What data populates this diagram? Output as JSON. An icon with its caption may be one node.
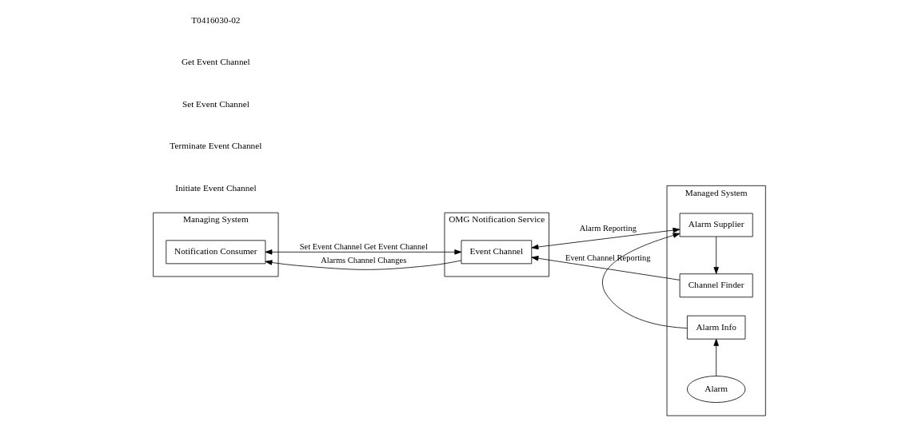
{
  "diagram": {
    "nodes": [
      {
        "text": [
          "Managing System"
        ]
      },
      {
        "text": [
          "Notification Consumer"
        ],
        "in": 0
      },
      {
        "text": [
          "OMG Notification Service"
        ]
      },
      {
        "text": [
          "Event Channel"
        ],
        "in": 2
      },
      {
        "text": [
          "Managed System"
        ]
      },
      {
        "text": [
          "Alarm"
        ],
        "in": 4
      },
      {
        "text": [
          "Alarm Info"
        ],
        "in": 4
      },
      {
        "text": [
          "Alarm Supplier"
        ],
        "in": 4
      },
      {
        "text": [
          "Channel Finder"
        ],
        "in": 4
      }
    ],
    "edges": [
      {
        "from": 1,
        "to": 3,
        "arrow": "both",
        "label": "Set Event Channel Get Event Channel"
      },
      {
        "from": 3,
        "to": 1,
        "arrow": "to",
        "label": "Alarms Channel Changes"
      },
      {
        "from": 3,
        "to": 7,
        "arrow": "both",
        "label": "Alarm Reporting"
      },
      {
        "from": 8,
        "to": 3,
        "arrow": "to",
        "label": "Event Channel Reporting"
      },
      {
        "from": 5,
        "to": 6,
        "arrow": "to"
      },
      {
        "from": 6,
        "to": 7,
        "arrow": "to"
      },
      {
        "from": 7,
        "to": 8,
        "arrow": "to"
      }
    ],
    "labels": [
      "Initiate Event Channel",
      "Terminate Event Channel",
      "Set Event Channel",
      "Get Event Channel",
      "T0416030-02"
    ]
  }
}
